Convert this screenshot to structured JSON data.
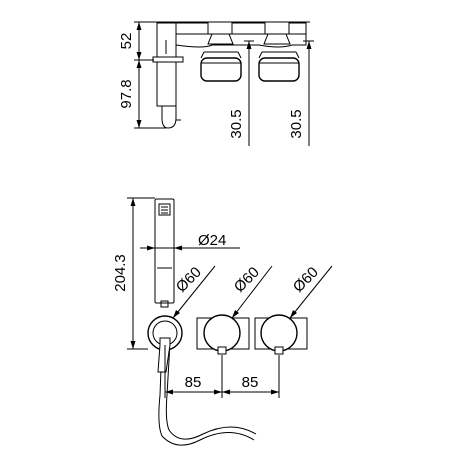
{
  "top_view": {
    "dim_height_upper": "52",
    "dim_height_lower": "97.8",
    "dim_projection_left": "30.5",
    "dim_projection_right": "30.5"
  },
  "front_view": {
    "dim_handshower_height": "204.3",
    "dim_handshower_diameter": "Ø24",
    "dim_outlet_diameter": "Ø60",
    "dim_left_handle_diameter": "Ø60",
    "dim_right_handle_diameter": "Ø60",
    "dim_spacing_left": "85",
    "dim_spacing_right": "85"
  }
}
